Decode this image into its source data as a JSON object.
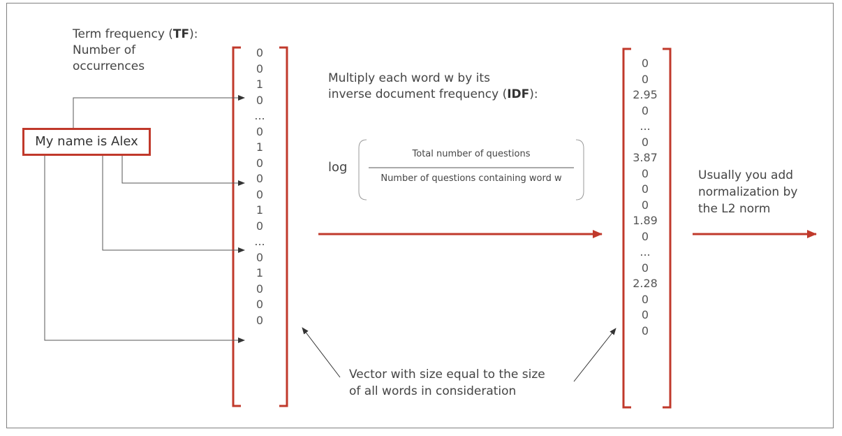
{
  "tf_label": {
    "line1_prefix": "Term frequency (",
    "line1_bold": "TF",
    "line1_suffix": "):",
    "line2": "Number of",
    "line3": "occurrences"
  },
  "input_sentence": "My name is Alex",
  "tf_vector": [
    "0",
    "0",
    "1",
    "0",
    "...",
    "0",
    "1",
    "0",
    "0",
    "0",
    "1",
    "0",
    "...",
    "0",
    "1",
    "0",
    "0",
    "0"
  ],
  "idf_label": {
    "line1": "Multiply each word w by its",
    "line2_prefix": "inverse document frequency (",
    "line2_bold": "IDF",
    "line2_suffix": "):"
  },
  "formula": {
    "log": "log",
    "numerator": "Total number of questions",
    "denominator": "Number of questions containing word w"
  },
  "tfidf_vector": [
    "0",
    "0",
    "2.95",
    "0",
    "...",
    "0",
    "3.87",
    "0",
    "0",
    "0",
    "1.89",
    "0",
    "...",
    "0",
    "2.28",
    "0",
    "0",
    "0"
  ],
  "norm_label": {
    "line1": "Usually you add",
    "line2": "normalization by",
    "line3": "the L2 norm"
  },
  "vector_note": {
    "line1": "Vector with size equal to the size",
    "line2": "of all words in consideration"
  },
  "colors": {
    "accent": "#c0392b",
    "connector": "#555555",
    "text": "#444444"
  }
}
